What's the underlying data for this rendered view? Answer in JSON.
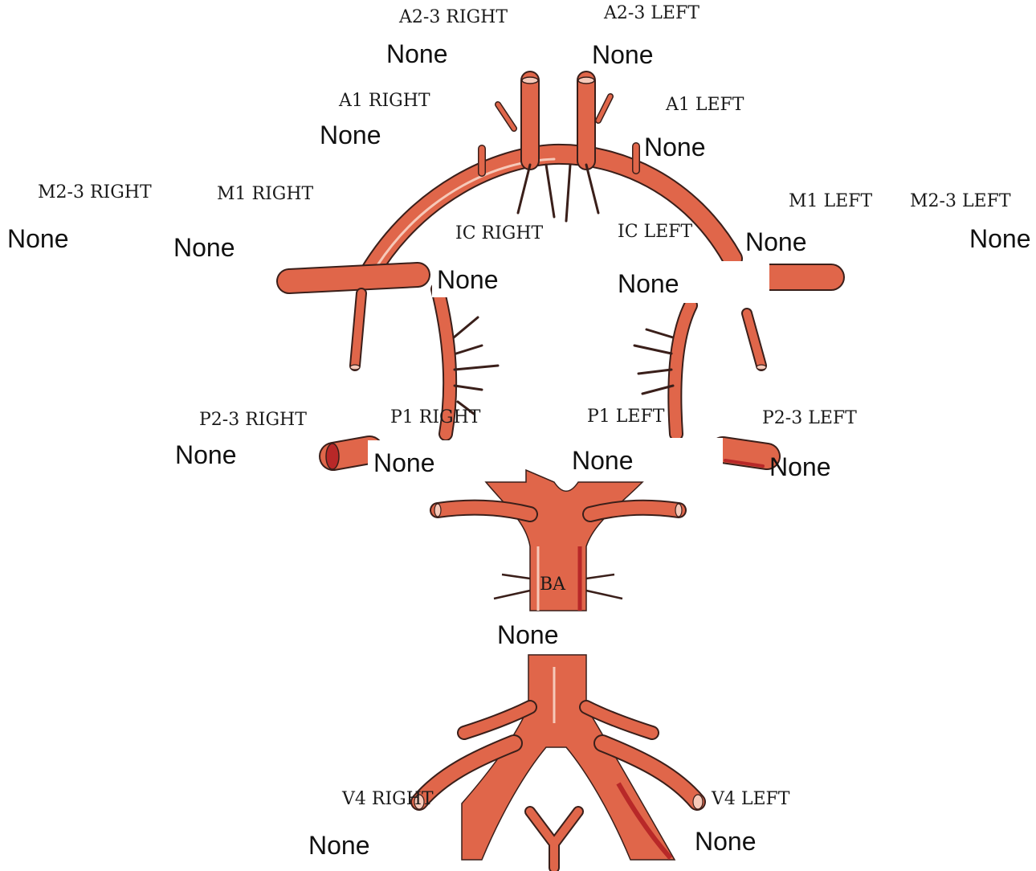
{
  "colors": {
    "vessel": "#E0664A",
    "vessel_dark": "#C8413A",
    "vessel_shadow": "#B82828",
    "vessel_highlight": "#F6C9B9",
    "vessel_outline": "#3A1F1A",
    "background": "#FFFFFF"
  },
  "segments": {
    "a23_right": {
      "label": "A2-3 RIGHT",
      "value": "None"
    },
    "a23_left": {
      "label": "A2-3 LEFT",
      "value": "None"
    },
    "a1_right": {
      "label": "A1 RIGHT",
      "value": "None"
    },
    "a1_left": {
      "label": "A1 LEFT",
      "value": "None"
    },
    "m23_right": {
      "label": "M2-3 RIGHT",
      "value": "None"
    },
    "m1_right": {
      "label": "M1 RIGHT",
      "value": "None"
    },
    "m1_left": {
      "label": "M1 LEFT",
      "value": "None"
    },
    "m23_left": {
      "label": "M2-3 LEFT",
      "value": "None"
    },
    "ic_right": {
      "label": "IC RIGHT",
      "value": "None"
    },
    "ic_left": {
      "label": "IC LEFT",
      "value": "None"
    },
    "p23_right": {
      "label": "P2-3 RIGHT",
      "value": "None"
    },
    "p1_right": {
      "label": "P1 RIGHT",
      "value": "None"
    },
    "p1_left": {
      "label": "P1 LEFT",
      "value": "None"
    },
    "p23_left": {
      "label": "P2-3 LEFT",
      "value": "None"
    },
    "ba": {
      "label": "BA",
      "value": "None"
    },
    "v4_right": {
      "label": "V4 RIGHT",
      "value": "None"
    },
    "v4_left": {
      "label": "V4 LEFT",
      "value": "None"
    }
  }
}
